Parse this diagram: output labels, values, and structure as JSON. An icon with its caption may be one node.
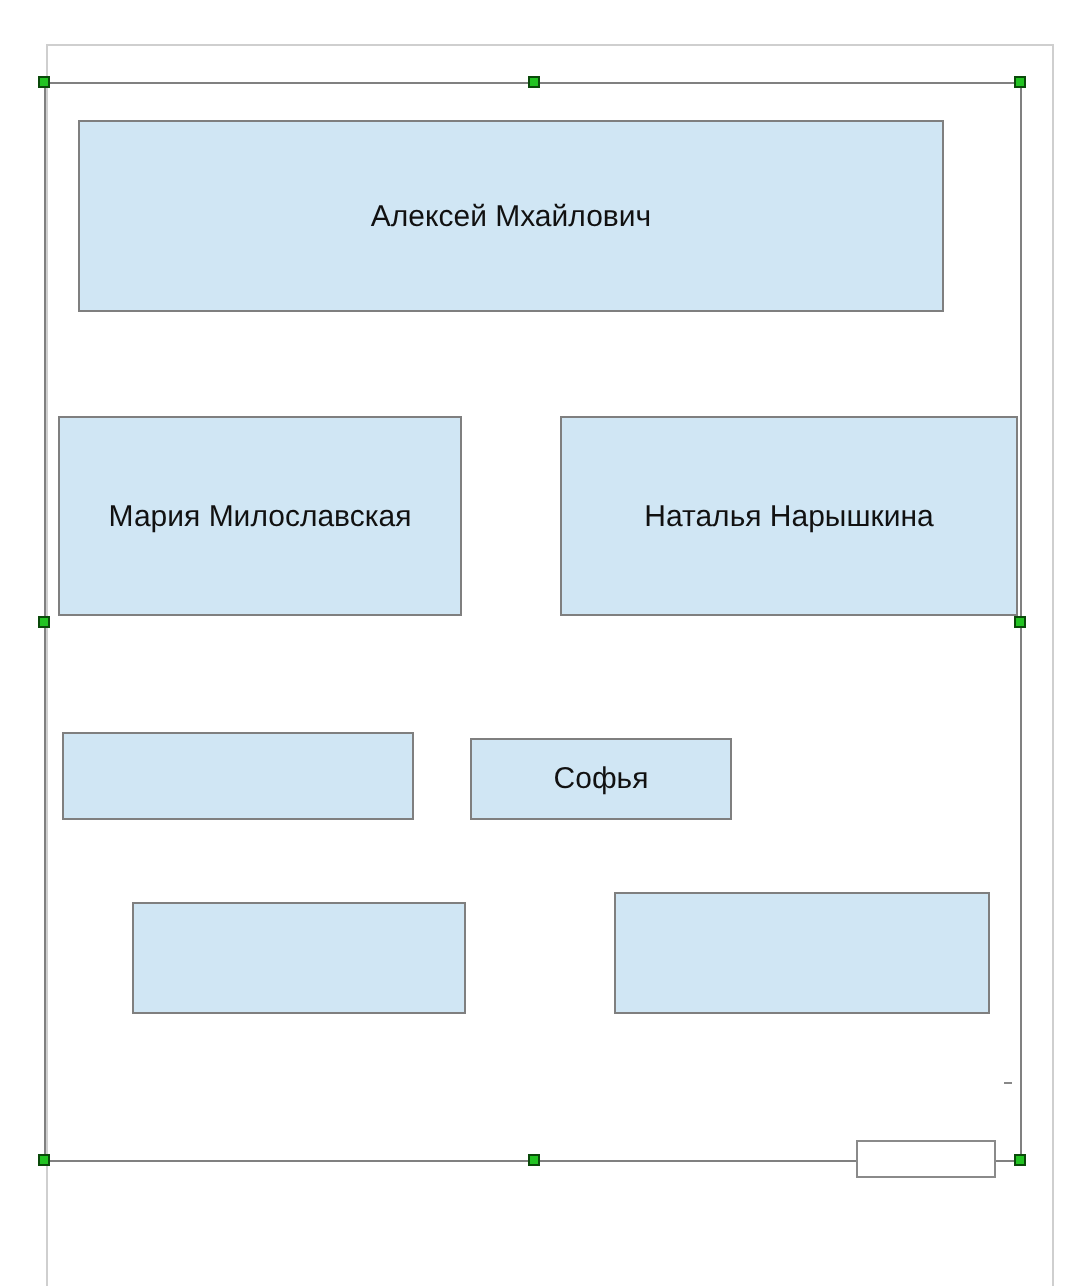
{
  "diagram": {
    "nodes": [
      {
        "text": [
          "Алексей Мхайлович"
        ]
      },
      {
        "text": [
          "Мария Милославская"
        ]
      },
      {
        "text": [
          "Наталья Нарышкина"
        ]
      },
      {
        "text": [],
        "shape": "box"
      },
      {
        "text": [
          "Софья"
        ]
      },
      {
        "text": [],
        "shape": "box"
      },
      {
        "text": [],
        "shape": "box"
      }
    ],
    "edges": []
  }
}
